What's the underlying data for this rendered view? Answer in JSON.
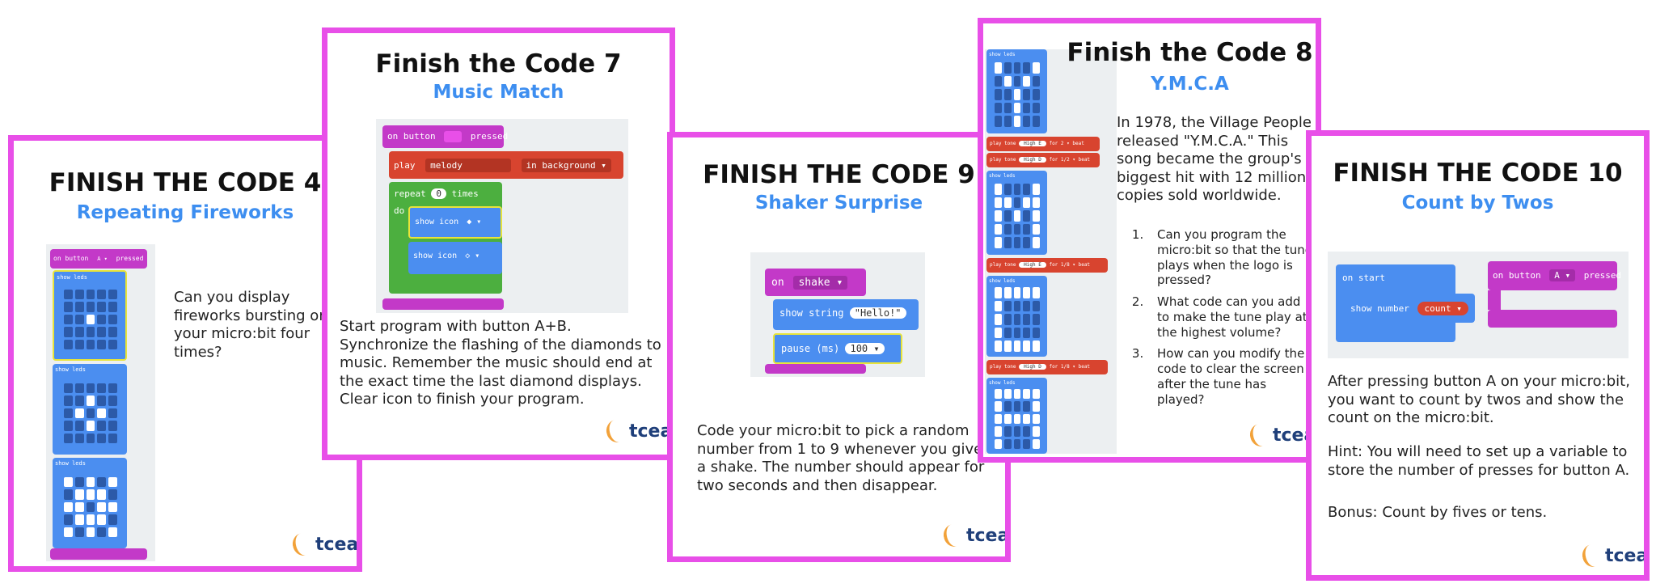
{
  "cards": {
    "c4": {
      "title": "FINISH THE CODE 4",
      "subtitle": "Repeating Fireworks",
      "text": "Can you display fireworks bursting on your micro:bit four times?",
      "code": {
        "on_button": "on button",
        "button": "A ▾",
        "pressed": "pressed",
        "show_leds": "show leds"
      },
      "logo": "tcea"
    },
    "c7": {
      "title": "Finish the Code 7",
      "subtitle": "Music Match",
      "text": "Start program with button A+B. Synchronize the flashing of the diamonds to music. Remember the music should end at the exact time the last diamond displays. Clear icon to finish your program.",
      "code": {
        "on_button": "on button",
        "pressed": "pressed",
        "play": "play",
        "melody": "melody",
        "in_background": "in background ▾",
        "repeat": "repeat",
        "repeat_count": "0",
        "times": "times",
        "do": "do",
        "show_icon": "show icon"
      },
      "logo": "tcea"
    },
    "c9": {
      "title": "FINISH THE CODE 9",
      "subtitle": "Shaker Surprise",
      "text": "Code your micro:bit to pick a random number from 1 to 9 whenever you give it a shake. The number should appear for two seconds and then disappear.",
      "code": {
        "on": "on",
        "shake": "shake ▾",
        "show_string": "show string",
        "hello": "\"Hello!\"",
        "pause": "pause (ms)",
        "pause_value": "100 ▾"
      },
      "logo": "tcea"
    },
    "c8": {
      "title": "Finish the Code 8",
      "subtitle": "Y.M.C.A",
      "intro": "In 1978, the Village People released \"Y.M.C.A.\" This song became the group's biggest hit with 12 million copies sold worldwide.",
      "questions": [
        "Can you program the micro:bit so that the tune plays when the logo is pressed?",
        "What code can you add to make the tune play at the highest volume?",
        "How can you modify the code to clear the screen after the tune has played?"
      ],
      "code": {
        "show_leds": "show leds",
        "play_tone": "play tone",
        "note_e": "High E",
        "note_d": "High D",
        "for": "for",
        "beat_2": "2 ▾ beat",
        "beat_half": "1/2 ▾ beat",
        "beat_eighth": "1/8 ▾ beat"
      },
      "logo": "tcea"
    },
    "c10": {
      "title": "FINISH THE CODE 10",
      "subtitle": "Count by Twos",
      "text1": "After pressing button A on your micro:bit, you want to count by twos and show the count on the micro:bit.",
      "text2": "Hint: You will need to set up a variable to store the number of presses for button A.",
      "text3": "Bonus: Count by fives or tens.",
      "code": {
        "on_start": "on start",
        "show_number": "show number",
        "count": "count ▾",
        "on_button": "on button",
        "button": "A ▾",
        "pressed": "pressed"
      },
      "logo": "tcea"
    }
  }
}
